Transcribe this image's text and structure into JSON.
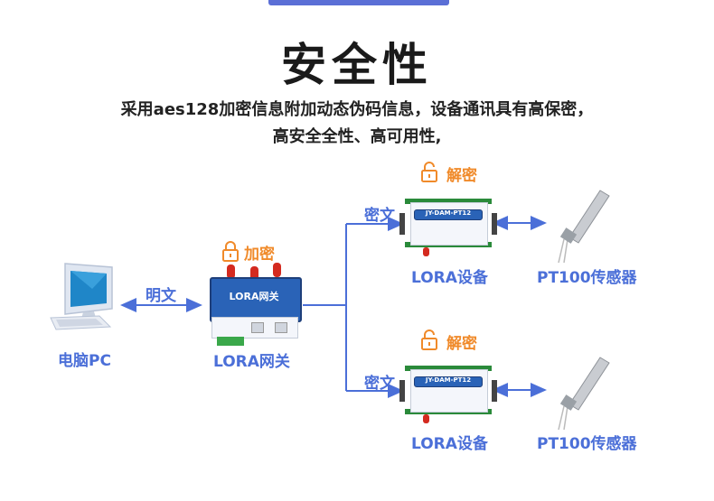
{
  "title": "安全性",
  "subtitle_line1": "采用aes128加密信息附加动态伪码信息，设备通讯具有高保密，",
  "subtitle_line2": "高安全全性、高可用性,",
  "pc": {
    "label": "电脑PC"
  },
  "link_plain": "明文",
  "gateway": {
    "label": "LORA网关",
    "lock_label": "加密",
    "screen_text": "LORA网关"
  },
  "devices": [
    {
      "label": "LORA设备",
      "lock_label": "解密",
      "link_label": "密文",
      "screen_text": "JY-DAM-PT12"
    },
    {
      "label": "LORA设备",
      "lock_label": "解密",
      "link_label": "密文",
      "screen_text": "JY-DAM-PT12"
    }
  ],
  "sensors": [
    {
      "label": "PT100传感器"
    },
    {
      "label": "PT100传感器"
    }
  ],
  "colors": {
    "accent": "#4b6fd8",
    "lock": "#f08a2a",
    "device_blue": "#2a63b7",
    "antenna_red": "#d42a1f"
  }
}
